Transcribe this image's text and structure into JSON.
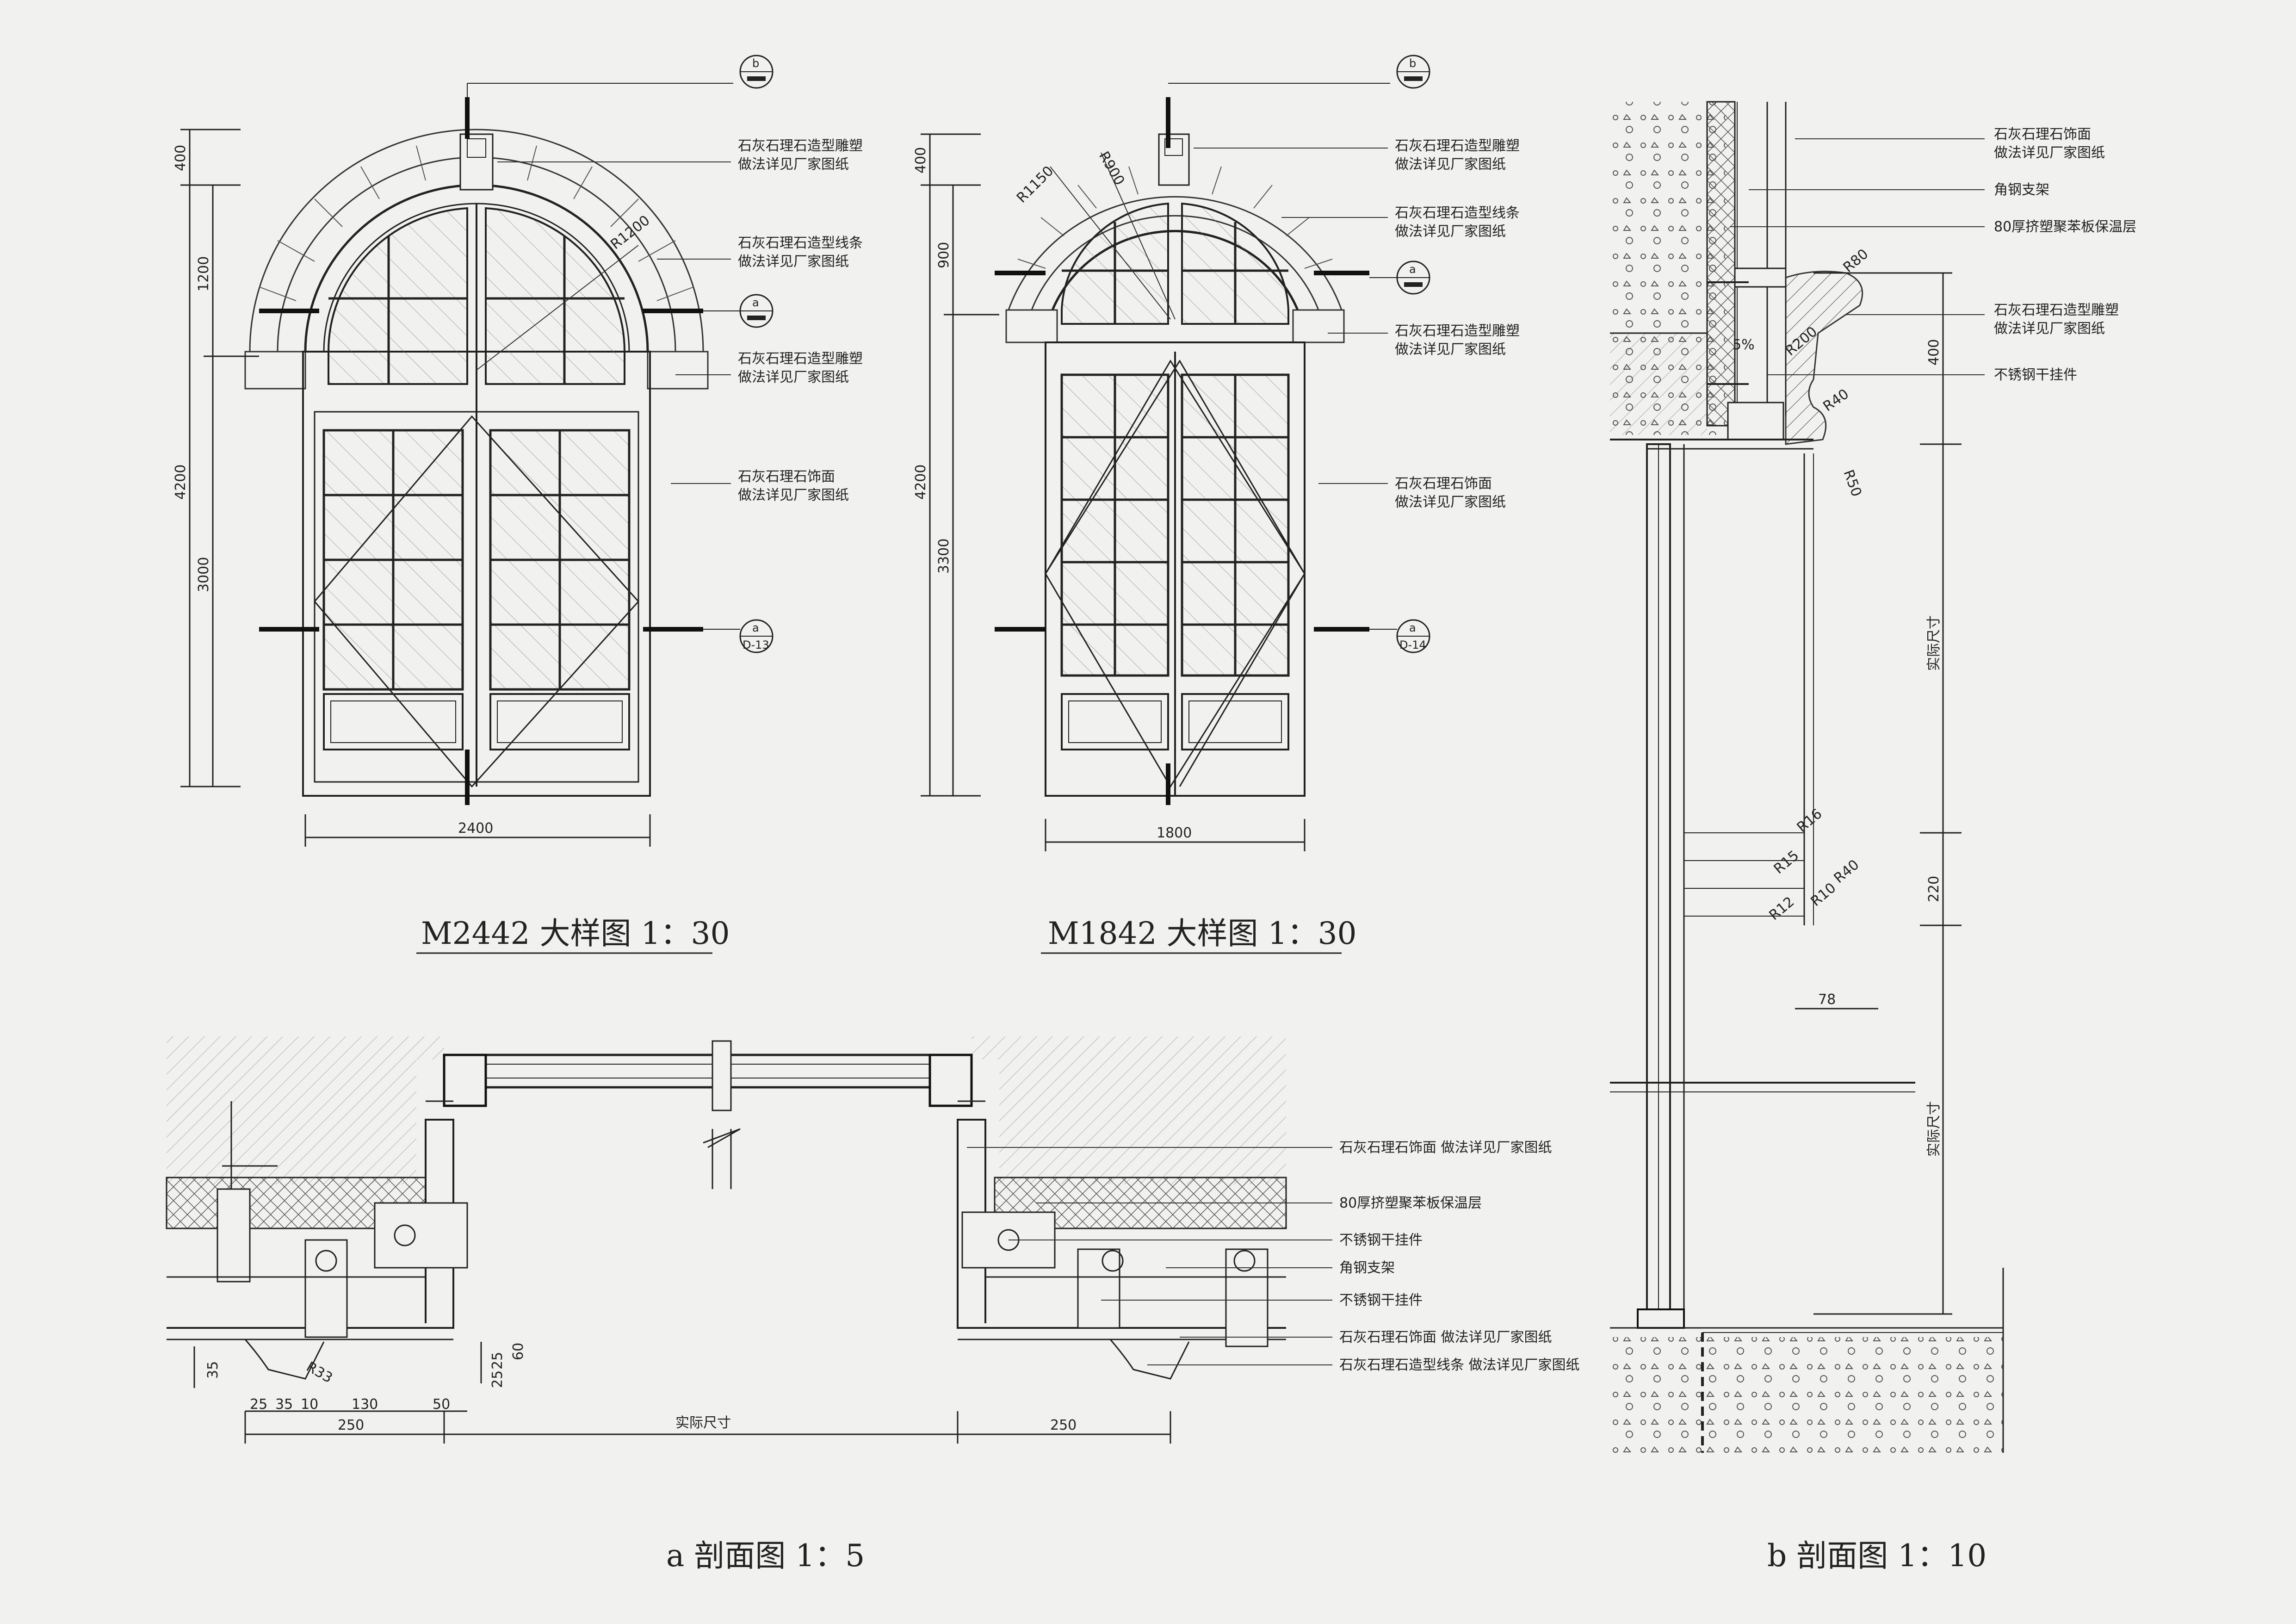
{
  "drawing_1": {
    "title": "M2442 大样图  1：30",
    "dims": {
      "h1": "400",
      "h2": "1200",
      "h3": "3000",
      "total_h": "4200",
      "width": "2400",
      "radius": "R1200"
    },
    "notes": [
      "石灰石理石造型雕塑\n做法详见厂家图纸",
      "石灰石理石造型线条\n做法详见厂家图纸",
      "石灰石理石造型雕塑\n做法详见厂家图纸",
      "石灰石理石饰面\n做法详见厂家图纸"
    ],
    "tag_top": "b",
    "tag_mid": "a",
    "tag_bottom": {
      "top": "a",
      "bottom": "D-13"
    }
  },
  "drawing_2": {
    "title": "M1842 大样图  1：30",
    "dims": {
      "h1": "400",
      "h2": "900",
      "h3": "3300",
      "total_h": "4200",
      "width": "1800",
      "r1": "R1150",
      "r2": "R900"
    },
    "notes": [
      "石灰石理石造型雕塑\n做法详见厂家图纸",
      "石灰石理石造型线条\n做法详见厂家图纸",
      "石灰石理石造型雕塑\n做法详见厂家图纸",
      "石灰石理石饰面\n做法详见厂家图纸"
    ],
    "tag_top": "b",
    "tag_mid": "a",
    "tag_bottom": {
      "top": "a",
      "bottom": "D-14"
    }
  },
  "section_a": {
    "title": "a 剖面图  1：5",
    "notes": [
      "石灰石理石饰面 做法详见厂家图纸",
      "80厚挤塑聚苯板保温层",
      "不锈钢干挂件",
      "角钢支架",
      "不锈钢干挂件",
      "石灰石理石饰面 做法详见厂家图纸",
      "石灰石理石造型线条 做法详见厂家图纸"
    ],
    "dims": [
      "25",
      "35",
      "10",
      "130",
      "50",
      "250",
      "实际尺寸",
      "250",
      "35",
      "R33",
      "60",
      "25",
      "25"
    ]
  },
  "section_b": {
    "title": "b 剖面图  1：10",
    "notes": [
      "石灰石理石饰面\n做法详见厂家图纸",
      "角钢支架",
      "80厚挤塑聚苯板保温层",
      "石灰石理石造型雕塑\n做法详见厂家图纸",
      "不锈钢干挂件"
    ],
    "dims": [
      "R80",
      "R200",
      "R40",
      "R50",
      "5%",
      "400",
      "实际尺寸",
      "220",
      "R16",
      "R15",
      "R40",
      "R10",
      "R12",
      "78",
      "实际尺寸"
    ]
  }
}
